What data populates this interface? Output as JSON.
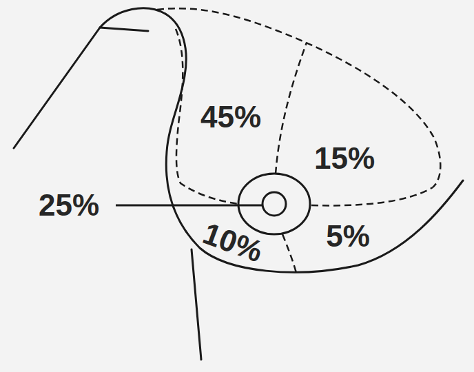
{
  "diagram": {
    "labels": [
      "45%",
      "15%",
      "25%",
      "10%",
      "5%"
    ]
  }
}
